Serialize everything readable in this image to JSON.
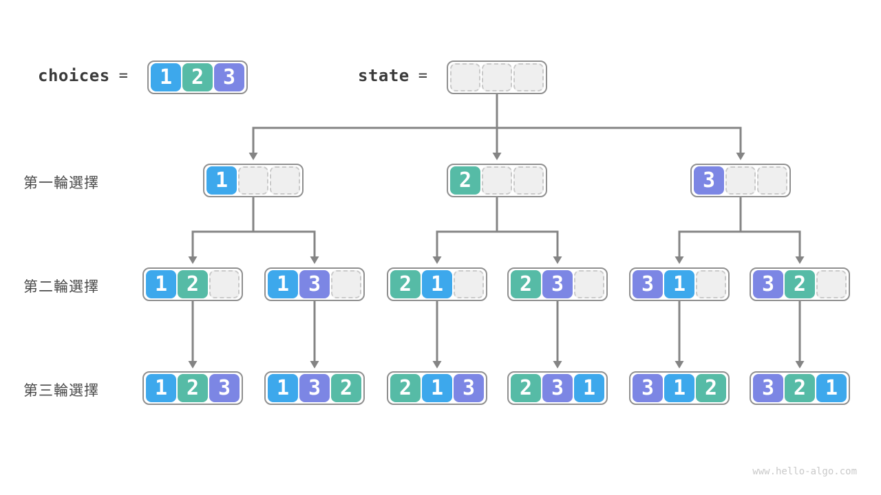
{
  "page": {
    "watermark": "www.hello-algo.com"
  },
  "colors": {
    "value1": "#3da8ec",
    "value2": "#56bba6",
    "value3": "#7c86e4",
    "connector": "#848484",
    "box_border": "#8f8f8f",
    "empty_fill": "#efefef",
    "empty_border": "#c9c9c9",
    "code_text": "#3a3a3a",
    "label_text": "#4a4a4a",
    "digit_text": "#ffffff"
  },
  "header": {
    "choices_label": "choices",
    "equals": "=",
    "choices_values": [
      1,
      2,
      3
    ],
    "state_label": "state",
    "state_values": [
      null,
      null,
      null
    ]
  },
  "tree": {
    "rows": [
      {
        "label": "第一輪選擇",
        "nodes": [
          [
            1,
            null,
            null
          ],
          [
            2,
            null,
            null
          ],
          [
            3,
            null,
            null
          ]
        ]
      },
      {
        "label": "第二輪選擇",
        "nodes": [
          [
            1,
            2,
            null
          ],
          [
            1,
            3,
            null
          ],
          [
            2,
            1,
            null
          ],
          [
            2,
            3,
            null
          ],
          [
            3,
            1,
            null
          ],
          [
            3,
            2,
            null
          ]
        ]
      },
      {
        "label": "第三輪選擇",
        "nodes": [
          [
            1,
            2,
            3
          ],
          [
            1,
            3,
            2
          ],
          [
            2,
            1,
            3
          ],
          [
            2,
            3,
            1
          ],
          [
            3,
            1,
            2
          ],
          [
            3,
            2,
            1
          ]
        ]
      }
    ]
  }
}
